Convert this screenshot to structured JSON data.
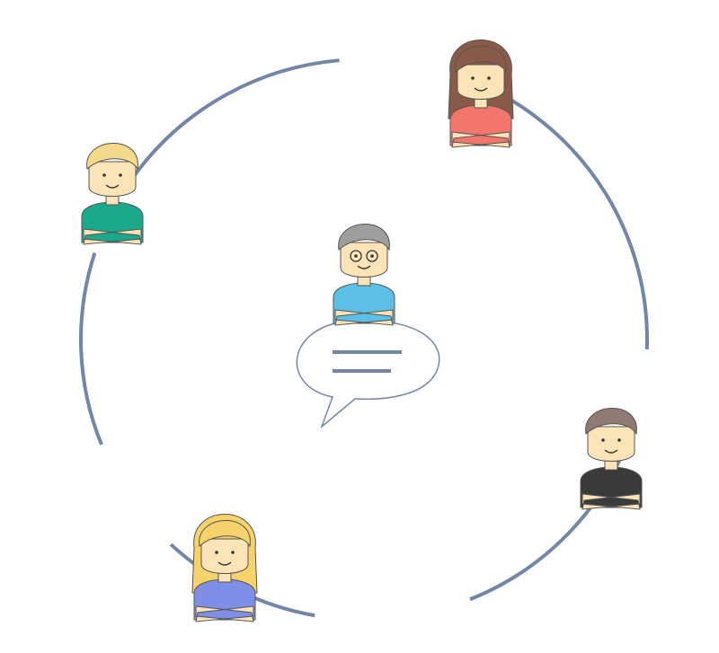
{
  "colors": {
    "ring": "#7486a6",
    "skin": "#fbe3b8",
    "outline": "#555555",
    "bubble_stroke": "#7486a6"
  },
  "characters": [
    {
      "role": "center-person",
      "hair": "#9e9e9e",
      "shirt": "#5bbfe6",
      "glasses": true
    },
    {
      "role": "top-right-woman",
      "hair": "#8a5a48",
      "shirt": "#f2766b",
      "long_hair": true
    },
    {
      "role": "left-man",
      "hair": "#f3d98a",
      "shirt": "#1aa98b"
    },
    {
      "role": "right-man",
      "hair": "#8f7a74",
      "shirt": "#3a3a3a"
    },
    {
      "role": "bottom-left-woman",
      "hair": "#f6d36a",
      "shirt": "#7f8ee6",
      "long_hair": true
    }
  ]
}
